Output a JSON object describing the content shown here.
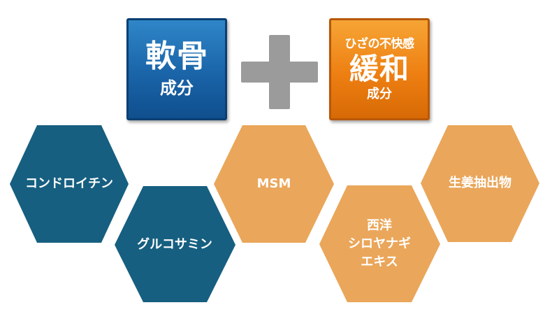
{
  "left_badge": {
    "title": "軟骨",
    "subtitle": "成分"
  },
  "right_badge": {
    "top": "ひざの不快感",
    "title": "緩和",
    "subtitle": "成分"
  },
  "plus_icon": "plus-icon",
  "hexagons": [
    {
      "label": "コンドロイチン",
      "color": "#165f80"
    },
    {
      "label": "グルコサミン",
      "color": "#165f80"
    },
    {
      "label": "MSM",
      "color": "#eaa65a"
    },
    {
      "label_lines": [
        "西洋",
        "シロヤナギ",
        "エキス"
      ],
      "color": "#eaa65a"
    },
    {
      "label": "生姜抽出物",
      "color": "#eaa65a"
    }
  ],
  "colors": {
    "blue_badge": "#1a64a8",
    "orange_badge": "#ee7f12",
    "plus": "#9b9b9b",
    "dark_hex": "#165f80",
    "light_hex": "#eaa65a"
  }
}
